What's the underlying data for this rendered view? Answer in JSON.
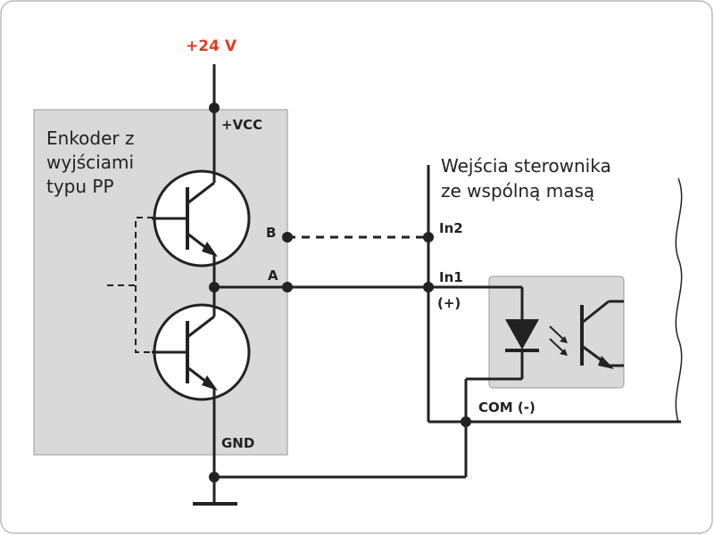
{
  "supply": {
    "label": "+24 V",
    "color": "#e53a1f"
  },
  "encoder": {
    "title_lines": [
      "Enkoder z",
      "wyjściami",
      "typu PP"
    ],
    "vcc_label": "+VCC",
    "gnd_label": "GND",
    "out_a_label": "A",
    "out_b_label": "B",
    "box_color": "#d9d9d9"
  },
  "controller": {
    "title_lines": [
      "Wejścia sterownika",
      "ze wspólną masą"
    ],
    "in1_label": "In1",
    "in1_polarity": "(+)",
    "in2_label": "In2",
    "com_label": "COM (-)",
    "optocoupler_color": "#d9d9d9"
  }
}
